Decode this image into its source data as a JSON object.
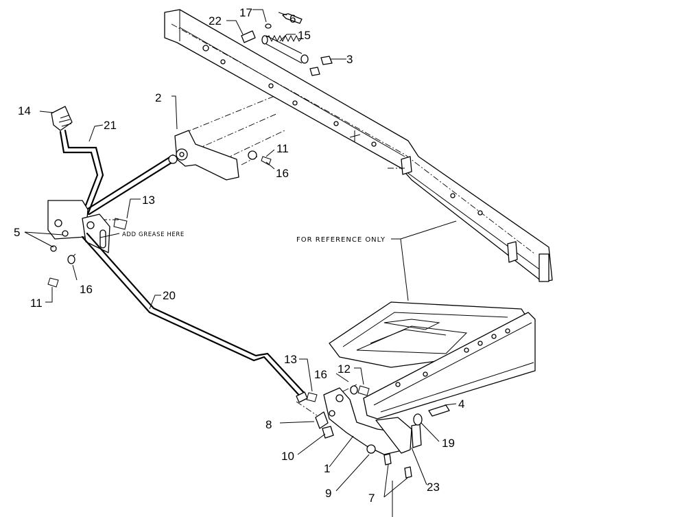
{
  "callouts": [
    "1",
    "2",
    "3",
    "4",
    "5",
    "6",
    "7",
    "8",
    "9",
    "10",
    "11",
    "11",
    "12",
    "13",
    "13",
    "14",
    "15",
    "16",
    "16",
    "16",
    "17",
    "19",
    "20",
    "21",
    "22",
    "23"
  ],
  "notes": {
    "grease": "ADD GREASE HERE",
    "reference": "FOR REFERENCE ONLY"
  }
}
